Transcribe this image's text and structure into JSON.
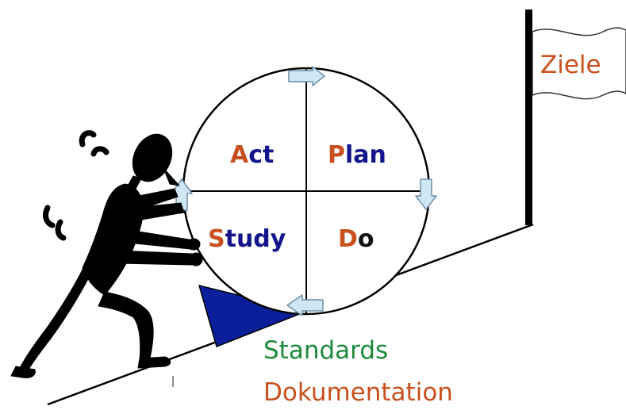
{
  "goal_flag": {
    "text": "Ziele",
    "color": "#c8501e"
  },
  "quadrants": {
    "act": {
      "first": "A",
      "rest": "ct"
    },
    "plan": {
      "first": "P",
      "rest": "lan"
    },
    "study": {
      "first": "S",
      "rest": "tudy"
    },
    "do": {
      "first": "D",
      "rest": "o"
    }
  },
  "wedge_labels": {
    "line1": "Standards",
    "line2": "Dokumentation"
  },
  "colors": {
    "accent_first_letter": "#c8501e",
    "quadrant_text": "#14148c",
    "do_text": "#111111",
    "standards": "#1e8a3c",
    "dokumentation": "#c8501e",
    "wedge": "#0c1f9a",
    "arrow_fill": "#cfe6f3",
    "arrow_stroke": "#6f8fa8",
    "figure": "#000000"
  },
  "icons": {
    "figure": "pushing-person-icon",
    "flag": "flag-icon",
    "cycle_arrows": "arrow-icon"
  }
}
